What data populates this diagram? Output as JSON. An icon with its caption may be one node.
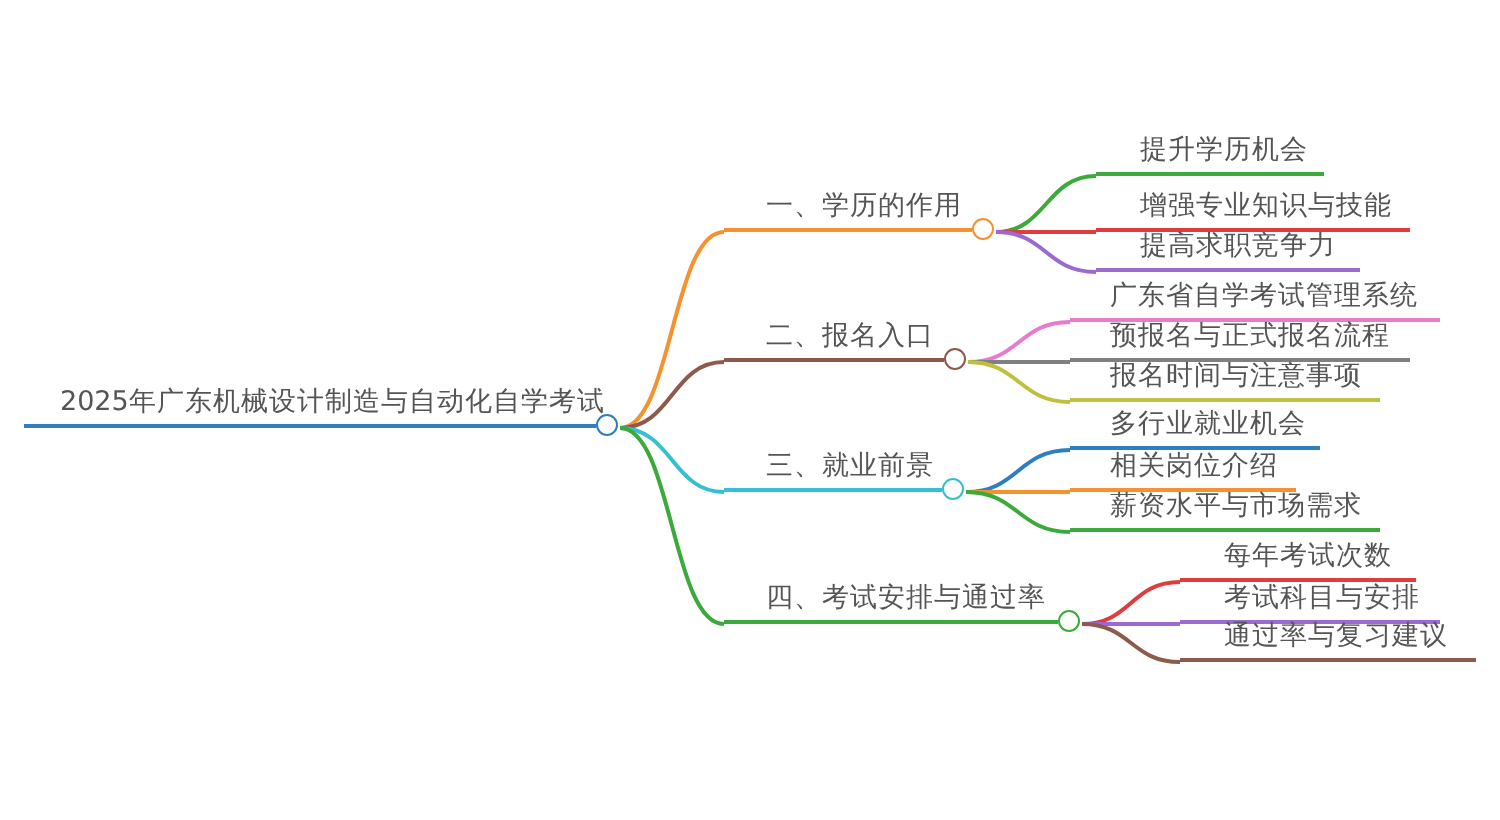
{
  "diagram": {
    "nodes": [
      {
        "text": [
          "2025年广东机械设计制造与自动化自学考试"
        ]
      },
      {
        "text": [
          "一、学历的作用"
        ]
      },
      {
        "text": [
          "提升学历机会"
        ]
      },
      {
        "text": [
          "增强专业知识与技能"
        ]
      },
      {
        "text": [
          "提高求职竞争力"
        ]
      },
      {
        "text": [
          "二、报名入口"
        ]
      },
      {
        "text": [
          "广东省自学考试管理系统"
        ]
      },
      {
        "text": [
          "预报名与正式报名流程"
        ]
      },
      {
        "text": [
          "报名时间与注意事项"
        ]
      },
      {
        "text": [
          "三、就业前景"
        ]
      },
      {
        "text": [
          "多行业就业机会"
        ]
      },
      {
        "text": [
          "相关岗位介绍"
        ]
      },
      {
        "text": [
          "薪资水平与市场需求"
        ]
      },
      {
        "text": [
          "四、考试安排与通过率"
        ]
      },
      {
        "text": [
          "每年考试次数"
        ]
      },
      {
        "text": [
          "考试科目与安排"
        ]
      },
      {
        "text": [
          "通过率与复习建议"
        ]
      }
    ],
    "edges": [
      {
        "from": 0,
        "to": 1,
        "arrow": "none",
        "color": "#f5922f"
      },
      {
        "from": 1,
        "to": 2,
        "arrow": "none",
        "color": "#3aaa3a"
      },
      {
        "from": 1,
        "to": 3,
        "arrow": "none",
        "color": "#e03c3c"
      },
      {
        "from": 1,
        "to": 4,
        "arrow": "none",
        "color": "#9b6ad0"
      },
      {
        "from": 0,
        "to": 5,
        "arrow": "none",
        "color": "#8d5a4b"
      },
      {
        "from": 5,
        "to": 6,
        "arrow": "none",
        "color": "#e87ad0"
      },
      {
        "from": 5,
        "to": 7,
        "arrow": "none",
        "color": "#808080"
      },
      {
        "from": 5,
        "to": 8,
        "arrow": "none",
        "color": "#c0c040"
      },
      {
        "from": 0,
        "to": 9,
        "arrow": "none",
        "color": "#33c0d0"
      },
      {
        "from": 9,
        "to": 10,
        "arrow": "none",
        "color": "#2f7ec1"
      },
      {
        "from": 9,
        "to": 11,
        "arrow": "none",
        "color": "#f5922f"
      },
      {
        "from": 9,
        "to": 12,
        "arrow": "none",
        "color": "#3aaa3a"
      },
      {
        "from": 0,
        "to": 13,
        "arrow": "none",
        "color": "#3aaa3a"
      },
      {
        "from": 13,
        "to": 14,
        "arrow": "none",
        "color": "#e03c3c"
      },
      {
        "from": 13,
        "to": 15,
        "arrow": "none",
        "color": "#9b6ad0"
      },
      {
        "from": 13,
        "to": 16,
        "arrow": "none",
        "color": "#8d5a4b"
      }
    ]
  }
}
